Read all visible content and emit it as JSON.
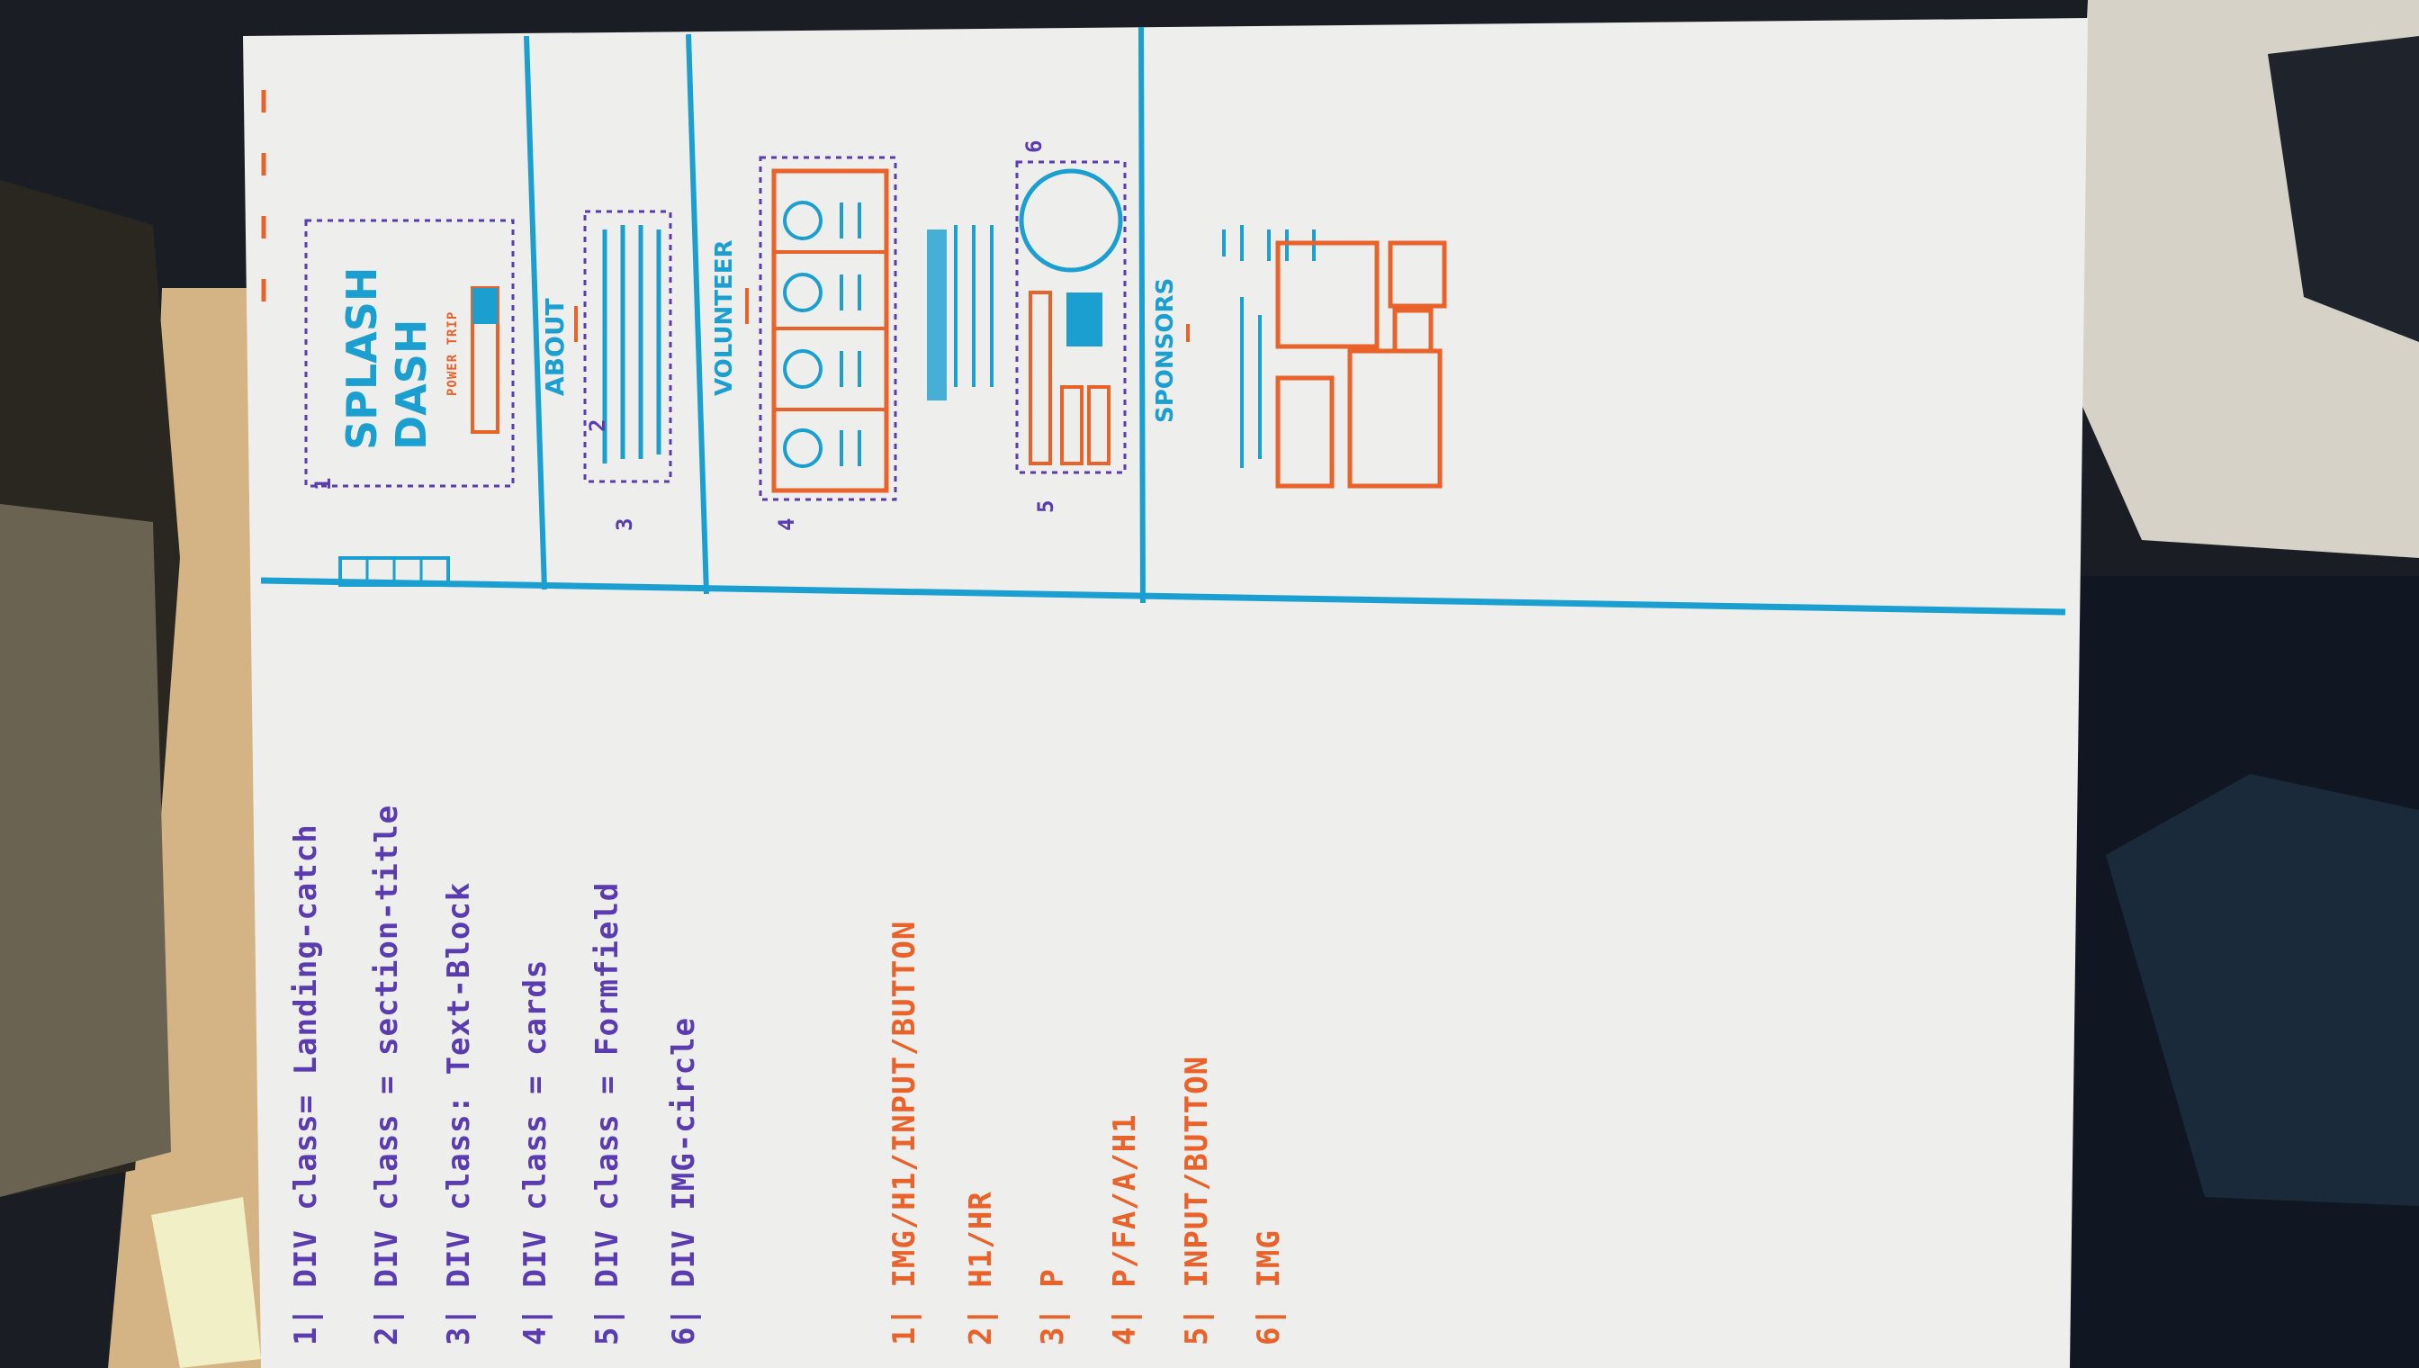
{
  "wireframe": {
    "hero_title_1": "SPLASH",
    "hero_title_2": "DASH",
    "hero_small_text": "POWER TRIP",
    "section_about": "ABOUT",
    "section_volunteer": "VOLUNTEER",
    "section_sponsors": "SPONSORS",
    "markers": [
      "1",
      "2",
      "3",
      "4",
      "5",
      "6"
    ]
  },
  "notes": {
    "classes": [
      "1| DIV class= Landing-catch",
      "2| DIV class = section-title",
      "3| DIV class: Text-Block",
      "4| DIV class = cards",
      "5| DIV class = Formfield",
      "6| DIV IMG-circle"
    ],
    "elements": [
      "1| IMG/H1/INPUT/BUTTON",
      "2| H1/HR",
      "3| P",
      "4| P/FA/A/H1",
      "5| INPUT/BUTTON",
      "6| IMG"
    ]
  },
  "colors": {
    "board": "#eeeeec",
    "blue_marker": "#1a9fd0",
    "orange_marker": "#e8622a",
    "purple_marker": "#5b3bb0",
    "table": "#d9b98a",
    "sticky_note": "#f1efc6"
  }
}
